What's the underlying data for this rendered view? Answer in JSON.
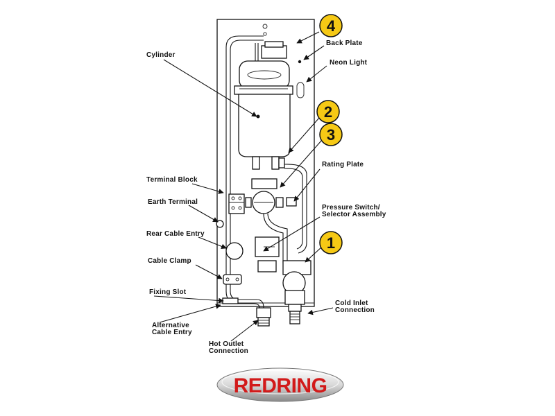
{
  "labels": {
    "cylinder": "Cylinder",
    "back_plate": "Back Plate",
    "neon_light": "Neon Light",
    "rating_plate": "Rating Plate",
    "terminal_block": "Terminal Block",
    "earth_terminal": "Earth Terminal",
    "rear_cable_entry": "Rear Cable Entry",
    "pressure_switch_line1": "Pressure Switch/",
    "pressure_switch_line2": "Selector Assembly",
    "cable_clamp": "Cable Clamp",
    "fixing_slot": "Fixing Slot",
    "cold_inlet_line1": "Cold Inlet",
    "cold_inlet_line2": "Connection",
    "alt_cable_line1": "Alternative",
    "alt_cable_line2": "Cable Entry",
    "hot_outlet_line1": "Hot Outlet",
    "hot_outlet_line2": "Connection"
  },
  "badges": [
    "4",
    "2",
    "3",
    "1"
  ],
  "logo": {
    "text": "REDRING",
    "color": "#d21a1a"
  },
  "colors": {
    "badge_fill": "#f6c915",
    "line": "#111111",
    "background": "#ffffff"
  }
}
